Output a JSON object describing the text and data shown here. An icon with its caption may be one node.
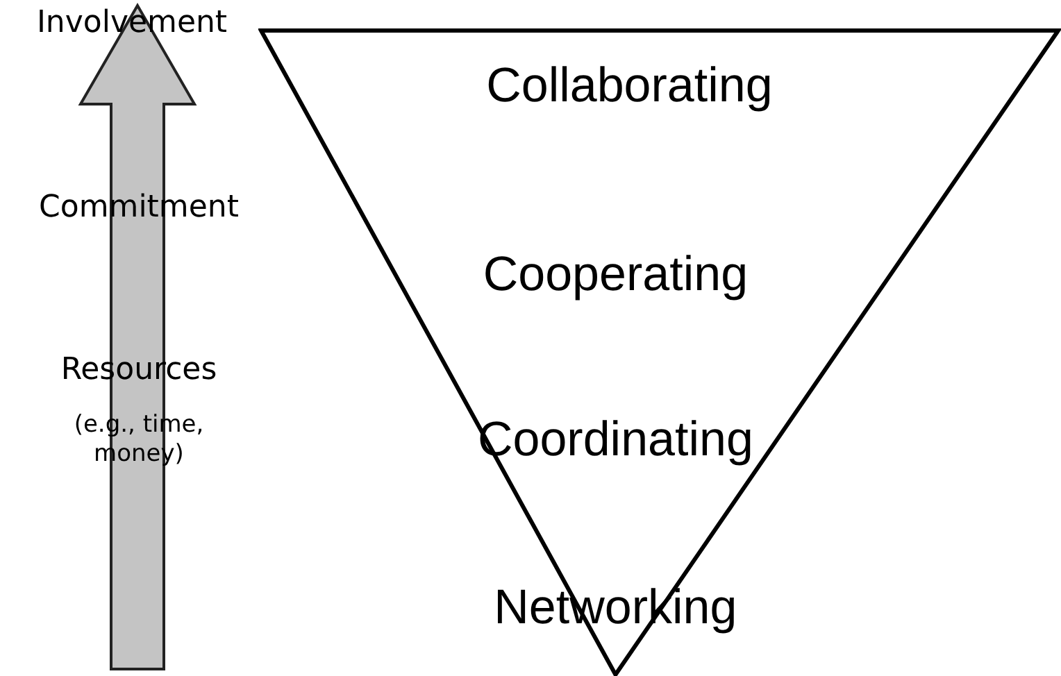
{
  "diagram": {
    "nodes": [
      {
        "text": [
          "Collaborating",
          "Cooperating",
          "Coordinating",
          "Networking"
        ]
      }
    ],
    "edges": [],
    "labels": [
      "Involvement",
      "Commitment",
      "Resources",
      "(e.g., time, money)"
    ]
  }
}
